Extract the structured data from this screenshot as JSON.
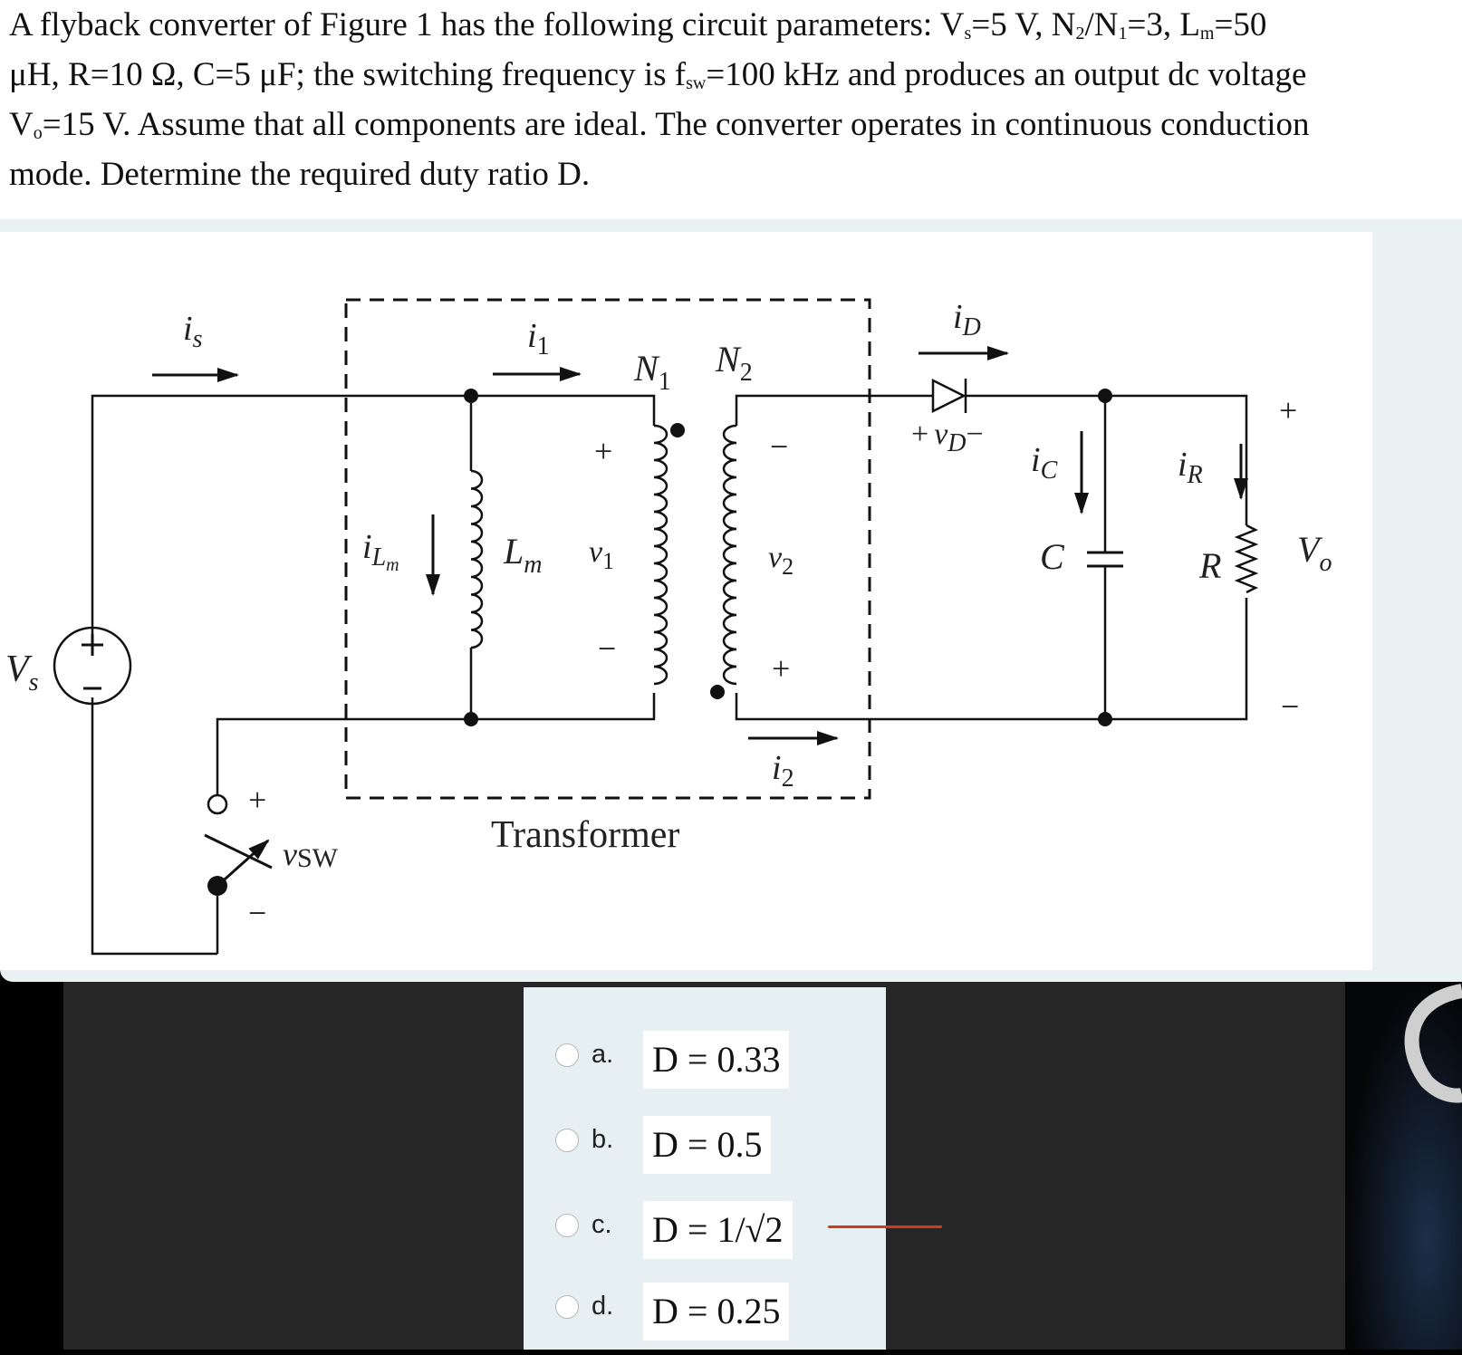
{
  "question": {
    "lines": [
      [
        "A flyback converter of Figure 1 has the following circuit parameters:    V",
        "s",
        "=5 V, N",
        "2",
        "/N",
        "1",
        "=3, L",
        "m",
        "=50"
      ],
      [
        "μH, R=10 Ω, C=5 μF; the switching frequency is f",
        "sw",
        "=100 kHz and produces an output dc voltage"
      ],
      [
        "V",
        "o",
        "=15 V. Assume that all components are ideal. The converter operates in continuous conduction"
      ],
      [
        "mode. Determine the required duty ratio D."
      ]
    ]
  },
  "figure": {
    "labels": {
      "is_main": "i",
      "is_sub": "s",
      "i1_main": "i",
      "i1_sub": "1",
      "N1_main": "N",
      "N1_sub": "1",
      "N2_main": "N",
      "N2_sub": "2",
      "iD_main": "i",
      "iD_sub": "D",
      "vD_plus": "+",
      "vD_main": "v",
      "vD_sub": "D",
      "vD_minus": "−",
      "iC_main": "i",
      "iC_sub": "C",
      "iR_main": "i",
      "iR_sub": "R",
      "vo_plus": "+",
      "vo_minus": "−",
      "Vo_main": "V",
      "Vo_sub": "o",
      "R": "R",
      "C": "C",
      "iLm_main": "i",
      "iLm_sub1": "L",
      "iLm_sub2": "m",
      "Lm_main": "L",
      "Lm_sub": "m",
      "v1_plus": "+",
      "v1_main": "v",
      "v1_sub": "1",
      "v1_minus": "−",
      "v2_minus": "−",
      "v2_main": "v",
      "v2_sub": "2",
      "v2_plus": "+",
      "i2_main": "i",
      "i2_sub": "2",
      "Vs_main": "V",
      "Vs_sub": "s",
      "src_plus": "+",
      "src_minus": "−",
      "vsw_plus": "+",
      "vsw_main": "v",
      "vsw_sub": "SW",
      "vsw_minus": "−",
      "transformer": "Transformer"
    }
  },
  "options": [
    {
      "letter": "a.",
      "value": "D = 0.33"
    },
    {
      "letter": "b.",
      "value": "D = 0.5"
    },
    {
      "letter": "c.",
      "value": "D = 1/√2"
    },
    {
      "letter": "d.",
      "value": "D = 0.25"
    }
  ]
}
